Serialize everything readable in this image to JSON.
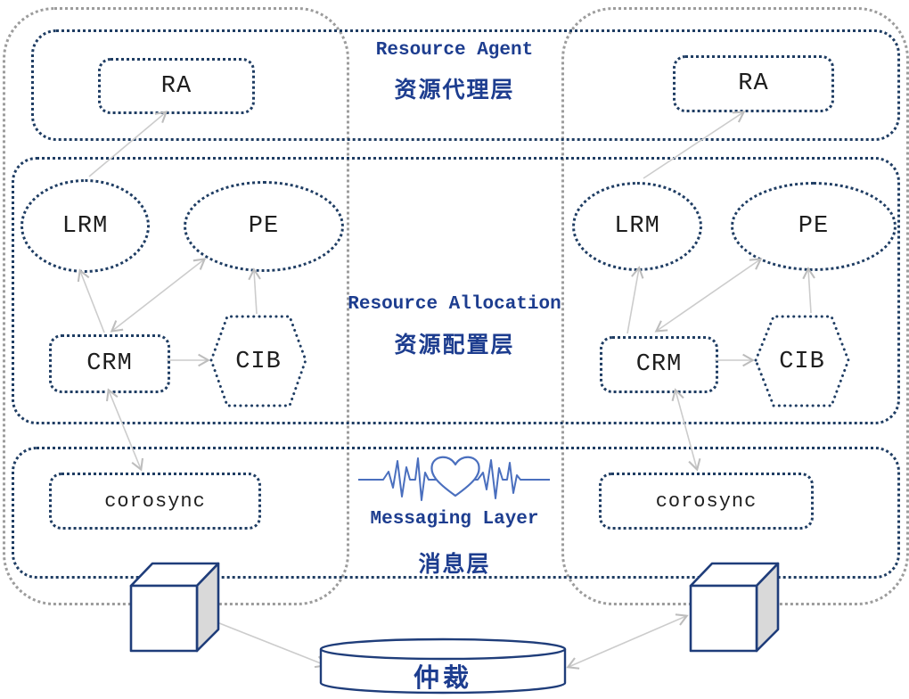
{
  "layers": [
    {
      "en": "Resource Agent",
      "zh": "资源代理层"
    },
    {
      "en": "Resource Allocation",
      "zh": "资源配置层"
    },
    {
      "en": "Messaging Layer",
      "zh": "消息层"
    }
  ],
  "nodes": [
    {
      "ra": "RA",
      "lrm": "LRM",
      "pe": "PE",
      "crm": "CRM",
      "cib": "CIB",
      "corosync": "corosync"
    },
    {
      "ra": "RA",
      "lrm": "LRM",
      "pe": "PE",
      "crm": "CRM",
      "cib": "CIB",
      "corosync": "corosync"
    }
  ],
  "arbiter": {
    "label": "仲裁"
  },
  "icons": {
    "heartbeat": "heartbeat-ekg-heart-icon",
    "cube_left": "cluster-node-cube",
    "cube_right": "cluster-node-cube",
    "cylinder": "arbiter-datastore-cylinder"
  },
  "colors": {
    "border_blue": "#1f3d63",
    "border_gray": "#9c9c9c",
    "label_blue": "#1d3d8f",
    "node_text": "#1e1e1e",
    "arrow_gray": "#c9c9c9",
    "cube_edge": "#1f3d7a",
    "cube_shade": "#d9d9d9",
    "heartbeat_blue": "#4a6fbe"
  }
}
